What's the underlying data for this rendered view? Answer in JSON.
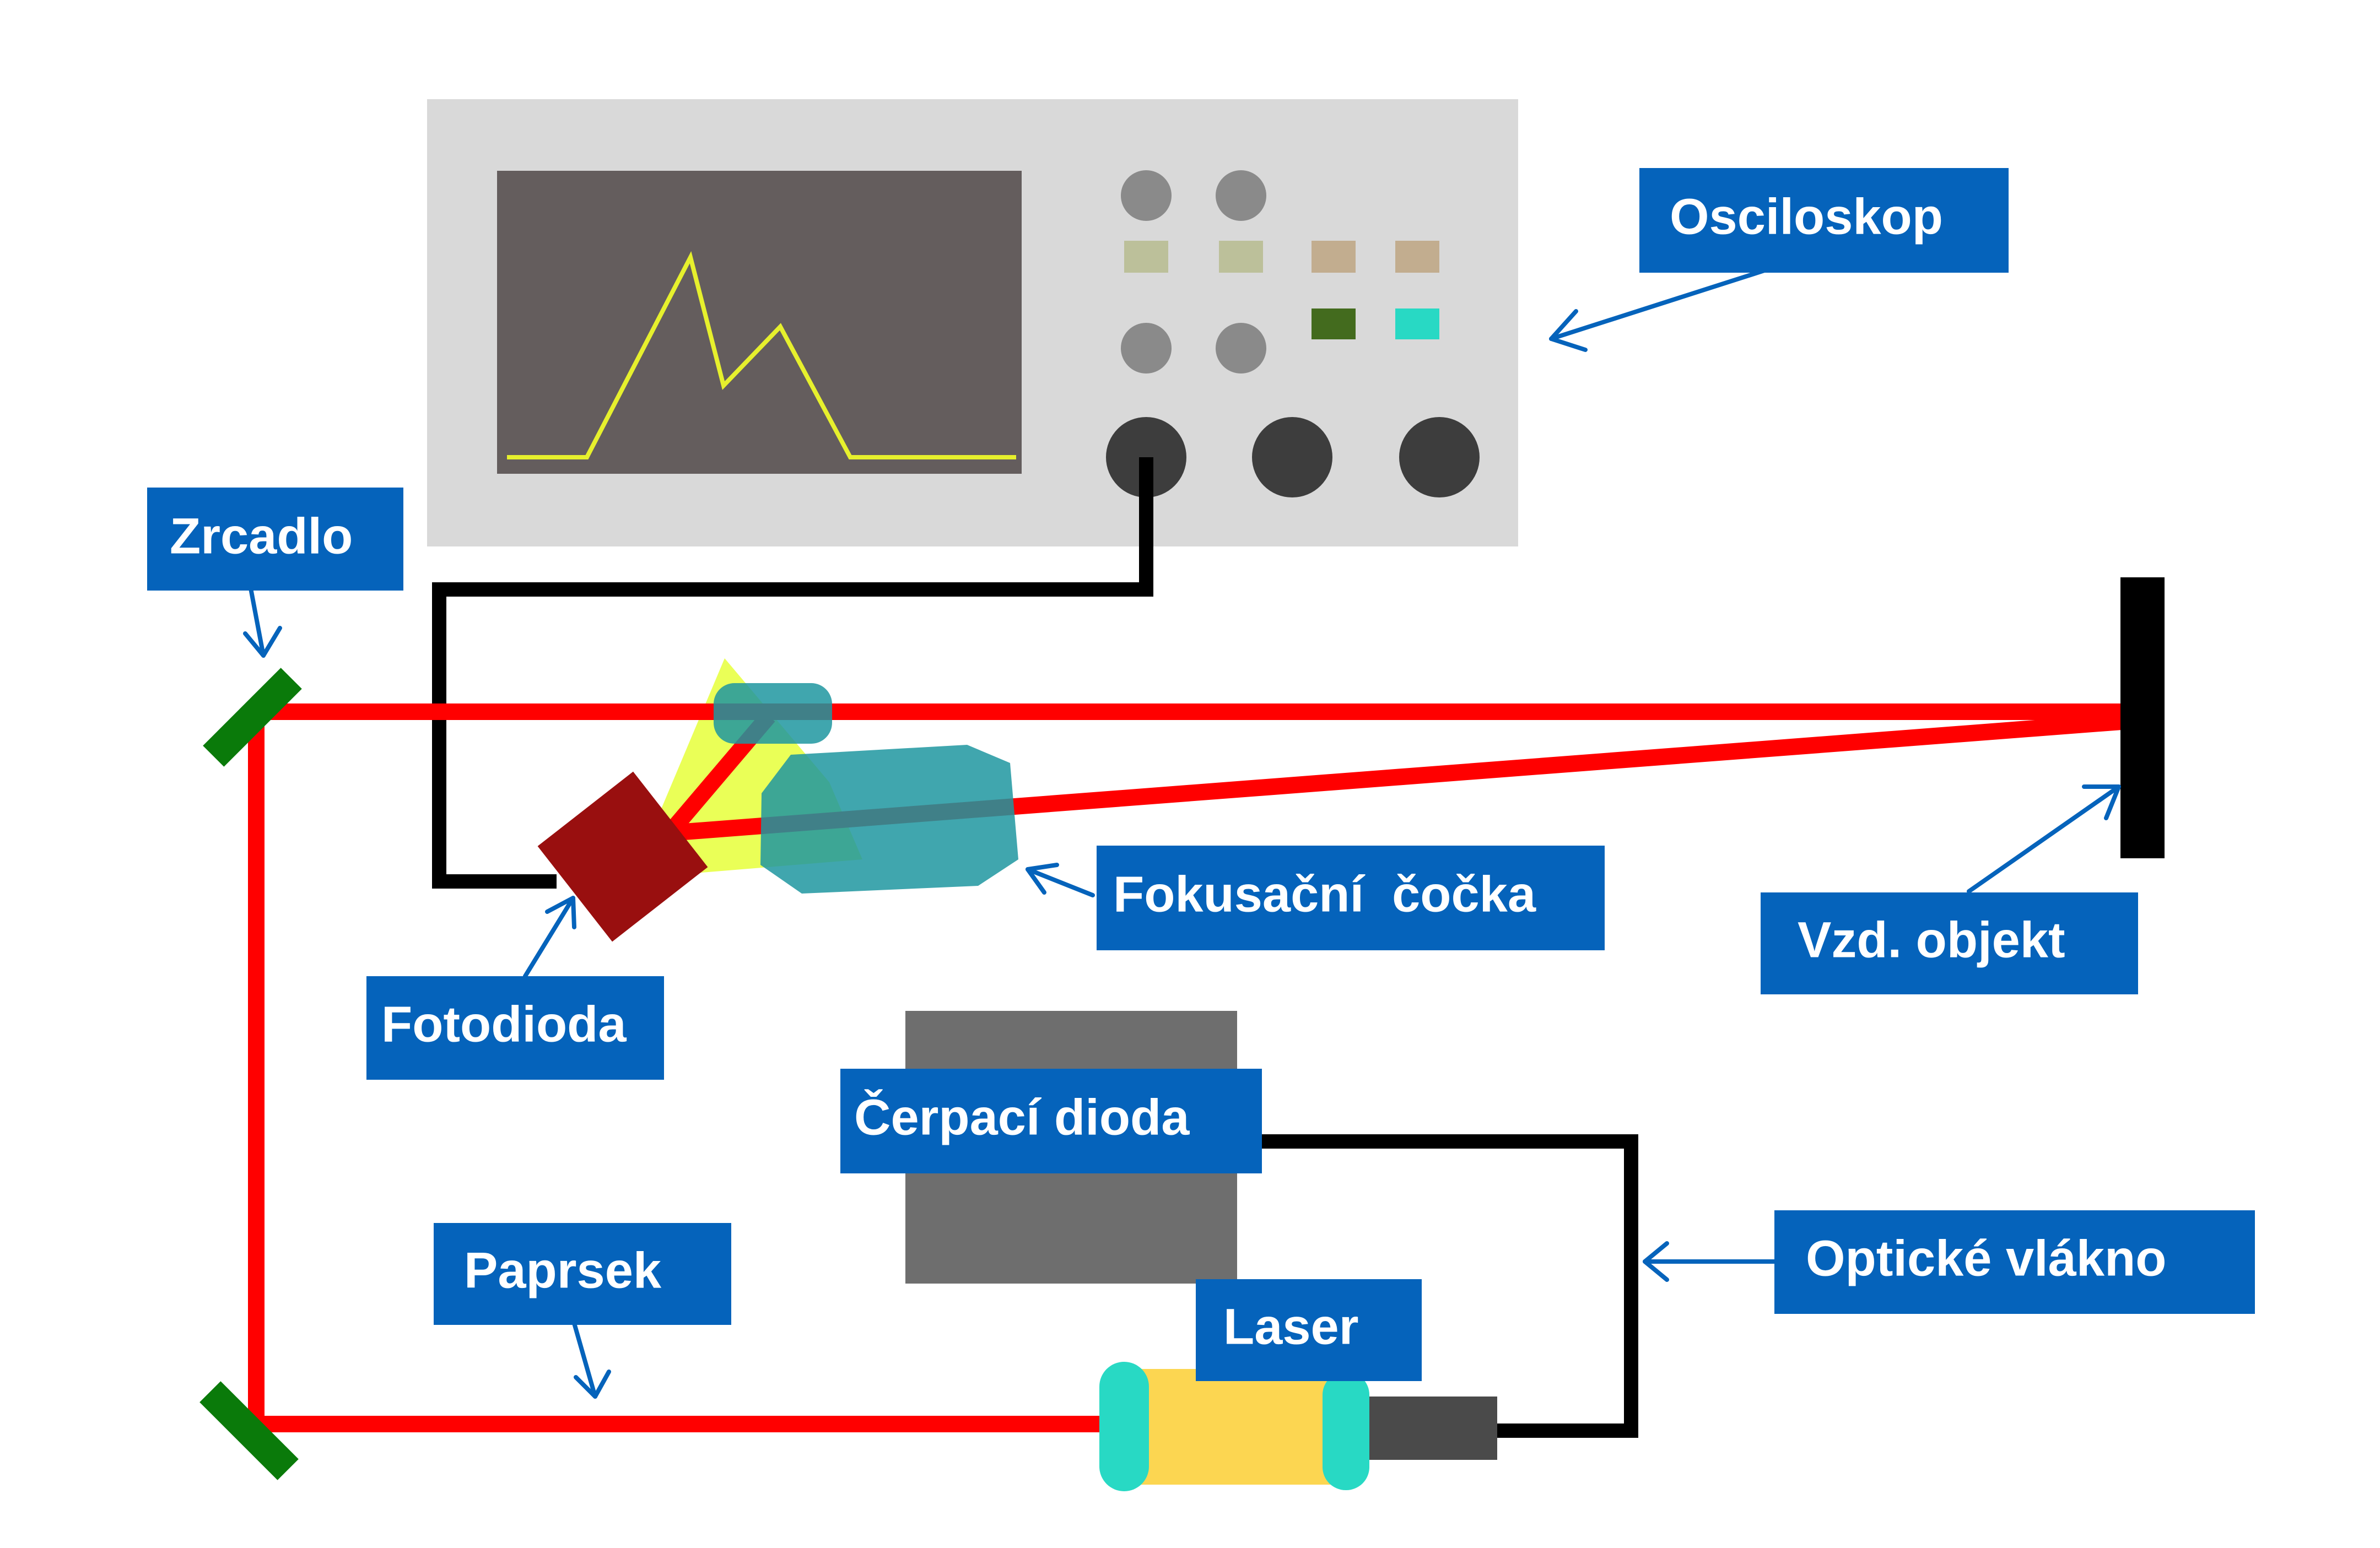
{
  "labels": {
    "osciloskop": "Osciloskop",
    "zrcadlo": "Zrcadlo",
    "fokusacni_cocka": "Fokusační  čočka",
    "vzd_objekt": "Vzd. objekt",
    "fotodioda": "Fotodioda",
    "cerpaci_dioda": "Čerpací dioda",
    "opticke_vlakno": "Optické vlákno",
    "paprsek": "Paprsek",
    "laser": "Laser"
  },
  "colors": {
    "beam": "#ff0000",
    "label_box": "#0563bb",
    "label_text": "#ffffff",
    "oscilloscope_body": "#d9d9d9",
    "screen": "#645d5d",
    "trace": "#e6f02d",
    "mirror": "#0a7a0a",
    "photodiode": "#990f0f",
    "lens": "#1e96a0",
    "pump_diode": "#6e6e6e",
    "laser_body": "#fcd651",
    "laser_caps": "#28d9c4",
    "cable": "#000000",
    "arrow": "#0563bb"
  }
}
